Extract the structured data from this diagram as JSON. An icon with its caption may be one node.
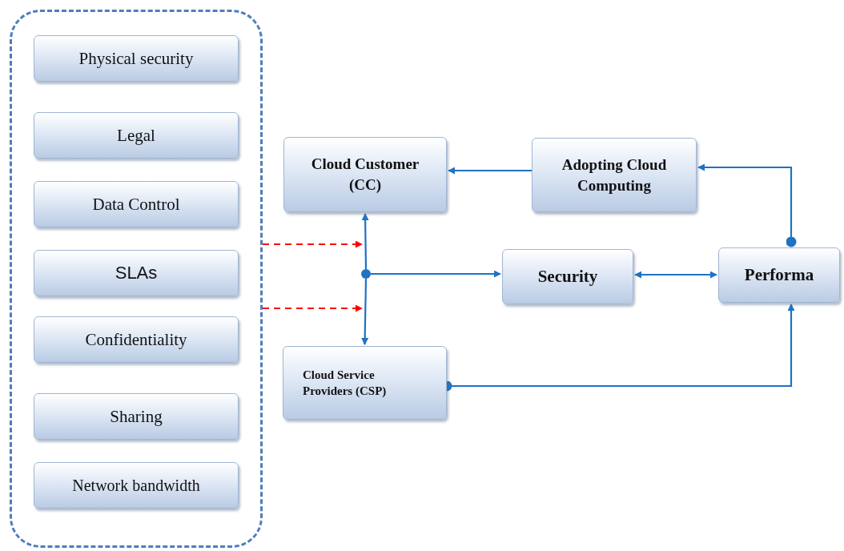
{
  "diagram": {
    "nodes": [
      {
        "text": [],
        "shape": "box"
      },
      {
        "text": [
          "Physical security"
        ],
        "in": 0
      },
      {
        "text": [
          "Legal"
        ],
        "in": 0
      },
      {
        "text": [
          "Data Control"
        ],
        "in": 0
      },
      {
        "text": [
          "SLAs"
        ],
        "in": 0
      },
      {
        "text": [
          "Confidentiality"
        ],
        "in": 0
      },
      {
        "text": [
          "Sharing"
        ],
        "in": 0
      },
      {
        "text": [
          "Network bandwidth"
        ],
        "in": 0
      },
      {
        "text": [
          "Cloud Customer (CC)"
        ]
      },
      {
        "text": [
          "Adopting Cloud Computing"
        ]
      },
      {
        "text": [
          "Security"
        ]
      },
      {
        "text": [
          "Performa"
        ]
      },
      {
        "text": [
          "Cloud Service Providers (CSP)"
        ]
      },
      {
        "text": [],
        "shape": "circle"
      }
    ],
    "edges": [
      {
        "from": 0,
        "to": null,
        "arrow": "to",
        "style": "dashed",
        "color": "#ff0000"
      },
      {
        "from": 0,
        "to": null,
        "arrow": "to",
        "style": "dashed",
        "color": "#ff0000"
      },
      {
        "from": 13,
        "to": 8,
        "arrow": "to"
      },
      {
        "from": 13,
        "to": 12,
        "arrow": "to"
      },
      {
        "from": 13,
        "to": 10,
        "arrow": "to"
      },
      {
        "from": 10,
        "to": 11,
        "arrow": "both"
      },
      {
        "from": 12,
        "to": 11,
        "arrow": "to"
      },
      {
        "from": 11,
        "to": 9,
        "arrow": "to"
      },
      {
        "from": 9,
        "to": 8,
        "arrow": "to"
      }
    ]
  }
}
